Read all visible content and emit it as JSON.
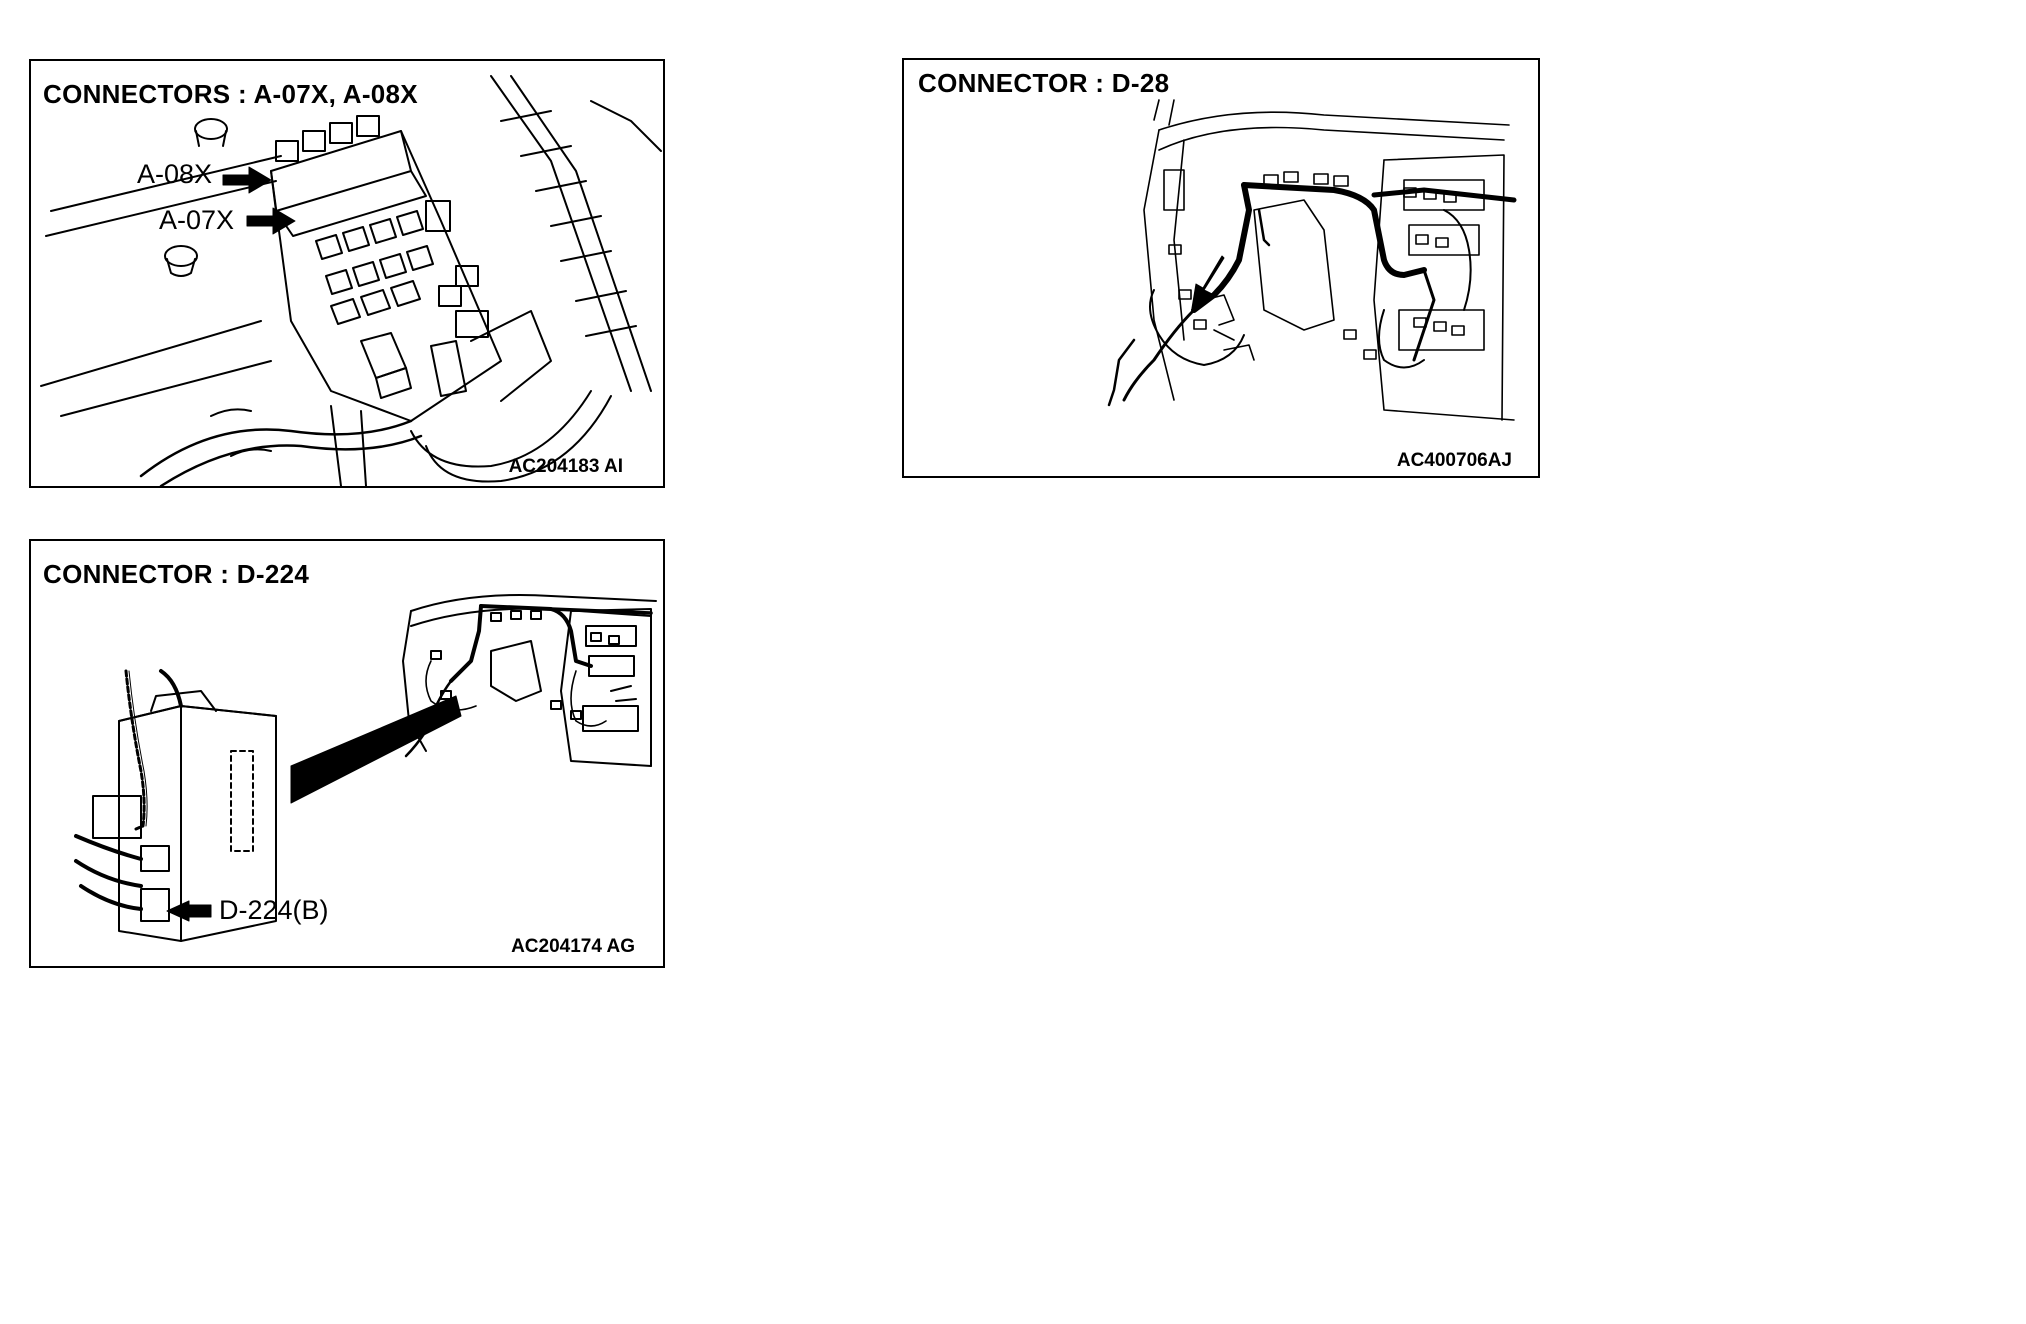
{
  "panels": {
    "a07x_a08x": {
      "title": "CONNECTORS : A-07X, A-08X",
      "figure_code": "AC204183 AI",
      "callouts": {
        "upper": "A-08X",
        "lower": "A-07X"
      }
    },
    "d28": {
      "title": "CONNECTOR : D-28",
      "figure_code": "AC400706AJ"
    },
    "d224": {
      "title": "CONNECTOR : D-224",
      "figure_code": "AC204174 AG",
      "callouts": {
        "connector": "D-224(B)"
      }
    }
  }
}
